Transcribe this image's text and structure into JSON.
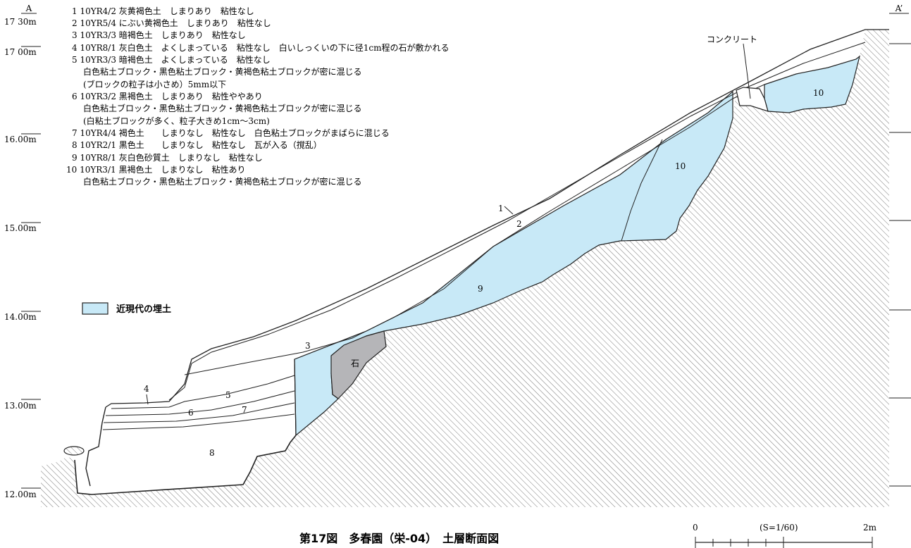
{
  "section": {
    "left_label": "A",
    "right_label": "A’"
  },
  "elevations": [
    "17 30m",
    "17 00m",
    "16.00m",
    "15.00m",
    "14.00m",
    "13.00m",
    "12.00m"
  ],
  "legend_lines": [
    "1 10YR4/2 灰黄褐色土　しまりあり　粘性なし",
    "2 10YR5/4 にぶい黄褐色土　しまりあり　粘性なし",
    "3 10YR3/3 暗褐色土　しまりあり　粘性なし",
    "4 10YR8/1 灰白色土　よくしまっている　粘性なし　白いしっくいの下に径1cm程の石が敷かれる",
    "5 10YR3/3 暗褐色土　よくしまっている　粘性なし",
    "白色粘土ブロック・黒色粘土ブロック・黄褐色粘土ブロックが密に混じる",
    "(ブロックの粒子は小さめ）5mm以下",
    "6 10YR3/2 黒褐色土　しまりあり　粘性ややあり",
    "白色粘土ブロック・黒色粘土ブロック・黄褐色粘土ブロックが密に混じる",
    "(白粘土ブロックが多く、粒子大きめ1cm～3cm)",
    "7 10YR4/4 褐色土　　しまりなし　粘性なし　白色粘土ブロックがまばらに混じる",
    "8 10YR2/1 黒色土　　しまりなし　粘性なし　瓦が入る（撹乱）",
    "9 10YR8/1 灰白色砂質土　しまりなし　粘性なし",
    "10 10YR3/1 黒褐色土　しまりなし　粘性あり",
    "白色粘土ブロック・黒色粘土ブロック・黄褐色粘土ブロックが密に混じる"
  ],
  "fill_legend": {
    "label": "近現代の埋土",
    "color": "#c8e9f7"
  },
  "layer_labels": [
    "1",
    "2",
    "3",
    "4",
    "5",
    "6",
    "7",
    "8",
    "9",
    "10",
    "10",
    "石"
  ],
  "concrete_label": "コンクリート",
  "caption": "第17図　多春園（栄-04）　土層断面図",
  "scale": {
    "start": "0",
    "ratio": "(S=1/60)",
    "end": "2m"
  },
  "colors": {
    "fill": "#c8e9f7",
    "stone": "#b5b5b8",
    "line": "#222222"
  }
}
